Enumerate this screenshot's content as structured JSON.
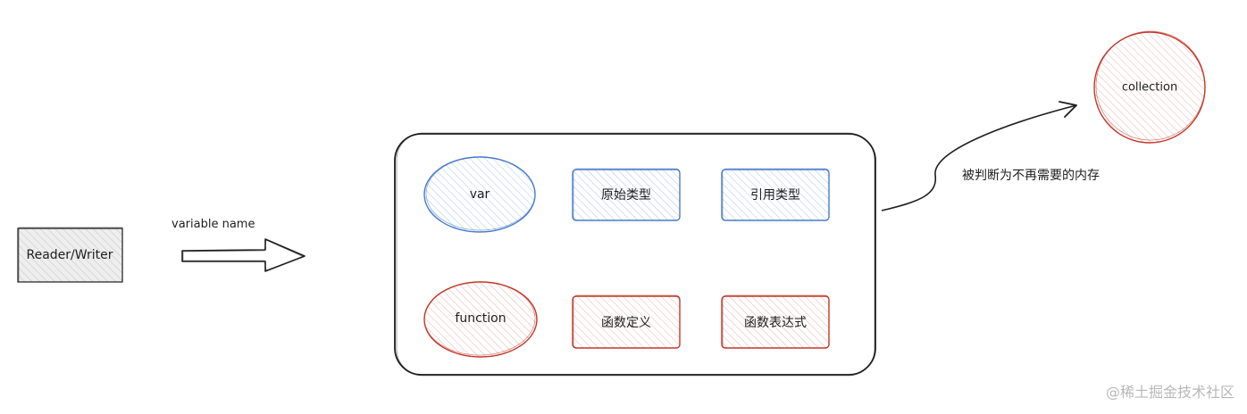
{
  "diagram": {
    "source_node": {
      "label": "Reader/Writer"
    },
    "arrow_label": "variable name",
    "memory_items": [
      {
        "label": "var",
        "shape": "ellipse",
        "color": "#4a7cc7"
      },
      {
        "label": "原始类型",
        "shape": "rect",
        "color": "#4a7cc7"
      },
      {
        "label": "引用类型",
        "shape": "rect",
        "color": "#4a7cc7"
      },
      {
        "label": "function",
        "shape": "ellipse",
        "color": "#c0392b"
      },
      {
        "label": "函数定义",
        "shape": "rect",
        "color": "#c0392b"
      },
      {
        "label": "函数表达式",
        "shape": "rect",
        "color": "#c0392b"
      }
    ],
    "gc_arrow_label": "被判断为不再需要的内存",
    "collection_node": {
      "label": "collection",
      "color": "#c0392b"
    }
  },
  "watermark": "@稀土掘金技术社区"
}
